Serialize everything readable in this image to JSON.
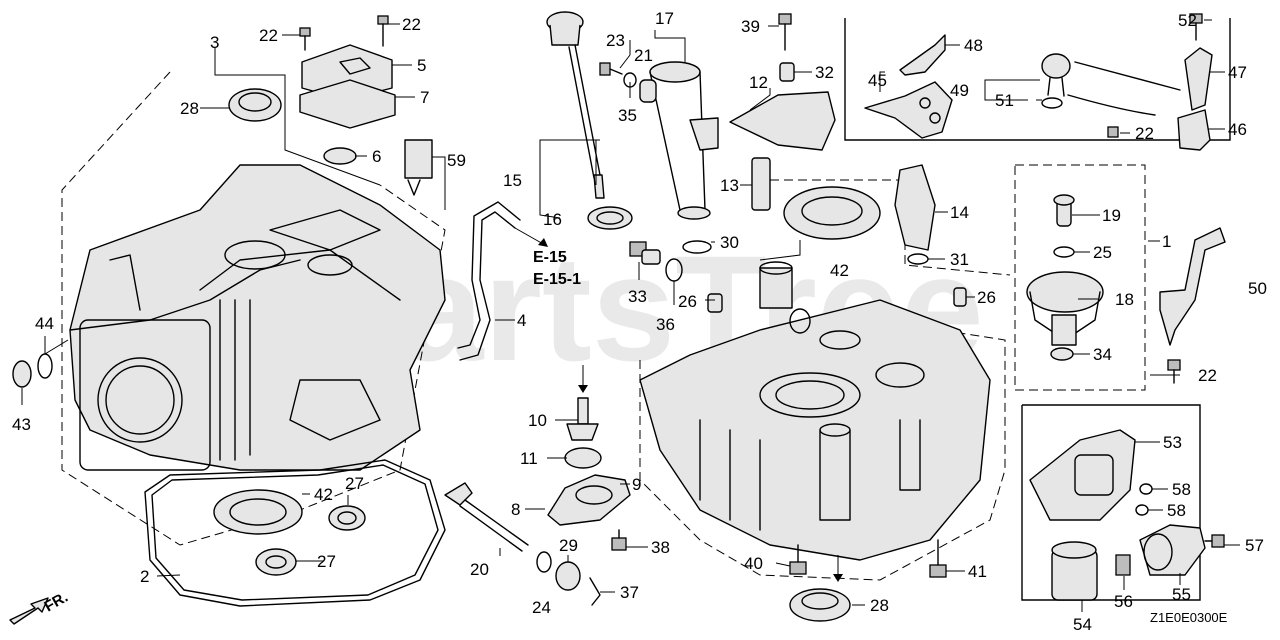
{
  "watermark": "PartsTree",
  "diagram_code": "Z1E0E0300E",
  "direction_label": "FR.",
  "reference_labels": [
    "E-15",
    "E-15-1"
  ],
  "callouts": {
    "c1": "1",
    "c2": "2",
    "c3": "3",
    "c4": "4",
    "c5": "5",
    "c6": "6",
    "c7": "7",
    "c8": "8",
    "c9": "9",
    "c10": "10",
    "c11": "11",
    "c12": "12",
    "c13": "13",
    "c14": "14",
    "c15": "15",
    "c16": "16",
    "c17": "17",
    "c18": "18",
    "c19": "19",
    "c20": "20",
    "c21": "21",
    "c22a": "22",
    "c22b": "22",
    "c22c": "22",
    "c22d": "22",
    "c23": "23",
    "c24": "24",
    "c25": "25",
    "c26a": "26",
    "c26b": "26",
    "c27a": "27",
    "c27b": "27",
    "c28a": "28",
    "c28b": "28",
    "c29": "29",
    "c30": "30",
    "c31": "31",
    "c32": "32",
    "c33": "33",
    "c34": "34",
    "c35": "35",
    "c36": "36",
    "c37": "37",
    "c38": "38",
    "c39": "39",
    "c40": "40",
    "c41": "41",
    "c42a": "42",
    "c42b": "42",
    "c43": "43",
    "c44": "44",
    "c45": "45",
    "c46": "46",
    "c47": "47",
    "c48": "48",
    "c49": "49",
    "c50": "50",
    "c51": "51",
    "c52": "52",
    "c53": "53",
    "c54": "54",
    "c55": "55",
    "c56": "56",
    "c57": "57",
    "c58a": "58",
    "c58b": "58",
    "c59": "59"
  }
}
